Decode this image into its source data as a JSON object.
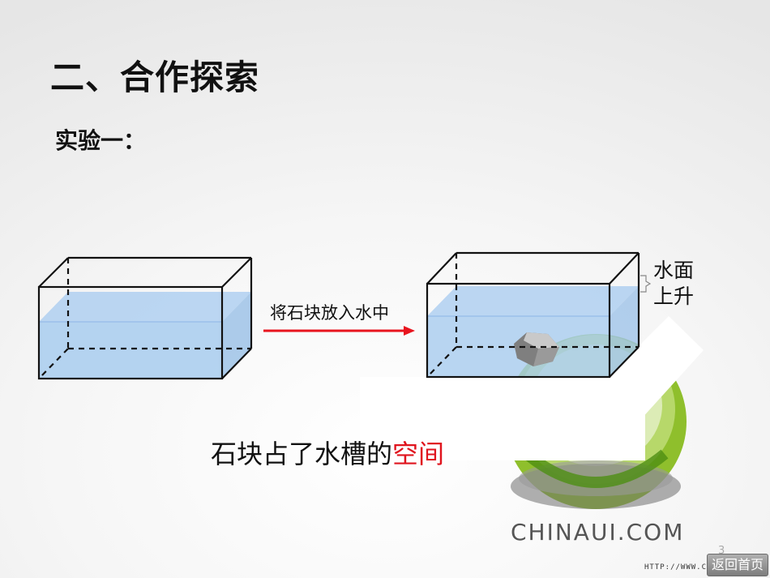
{
  "slide": {
    "heading": "二、合作探索",
    "subheading": "实验一：",
    "arrow_label": "将石块放入水中",
    "rise_label": "水面上升",
    "conclusion_prefix": "石块占了水槽的",
    "conclusion_highlight": "空间",
    "slide_number": "3"
  },
  "watermark": {
    "brand": "CHINAUI.COM",
    "url": "HTTP://WWW.C"
  },
  "nav": {
    "back_home_label": "返回首页"
  },
  "colors": {
    "water": "#a8ccef",
    "arrow": "#e8141e",
    "highlight": "#e0141e",
    "stone": "#8a8a8a"
  }
}
